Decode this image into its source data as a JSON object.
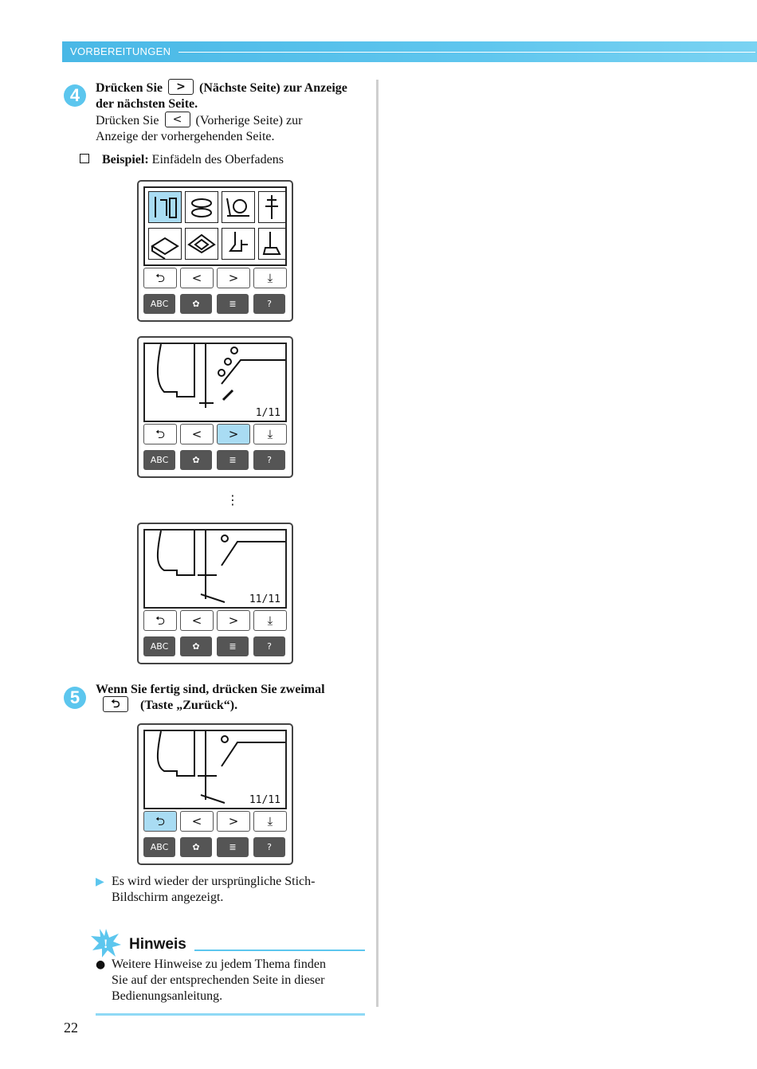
{
  "header": {
    "title": "VORBEREITUNGEN"
  },
  "step4": {
    "num": "4",
    "line1a": "Drücken Sie",
    "next_key": ">",
    "line1b": "(Nächste Seite) zur Anzeige",
    "line2": "der nächsten Seite.",
    "line3a": "Drücken Sie",
    "prev_key": "<",
    "line3b": "(Vorherige Seite) zur",
    "line4": "Anzeige der vorhergehenden Seite."
  },
  "example": {
    "label": "Beispiel:",
    "text": "Einfädeln des Oberfadens"
  },
  "panels": {
    "nav": {
      "back": "⮌",
      "prev": "<",
      "next": ">",
      "save": "⤓"
    },
    "bottom": {
      "stitch": "ABC",
      "embroidery": "✿",
      "list": "≣",
      "help": "?"
    },
    "page1": "1/11",
    "page11": "11/11"
  },
  "ellipsis": "⋮",
  "step5": {
    "num": "5",
    "line1": "Wenn Sie fertig sind, drücken Sie zweimal",
    "back_key": "⮌",
    "line2": "(Taste „Zurück“)."
  },
  "result": {
    "text1": "Es wird wieder der ursprüngliche Stich-",
    "text2": "Bildschirm angezeigt."
  },
  "hinweis": {
    "title": "Hinweis",
    "line1": "Weitere Hinweise zu jedem Thema finden",
    "line2": "Sie auf der entsprechenden Seite in dieser",
    "line3": "Bedienungsanleitung."
  },
  "page_number": "22",
  "colors": {
    "accent": "#5cc6ee",
    "highlight": "#a9dcf3",
    "button_dark": "#555555"
  }
}
